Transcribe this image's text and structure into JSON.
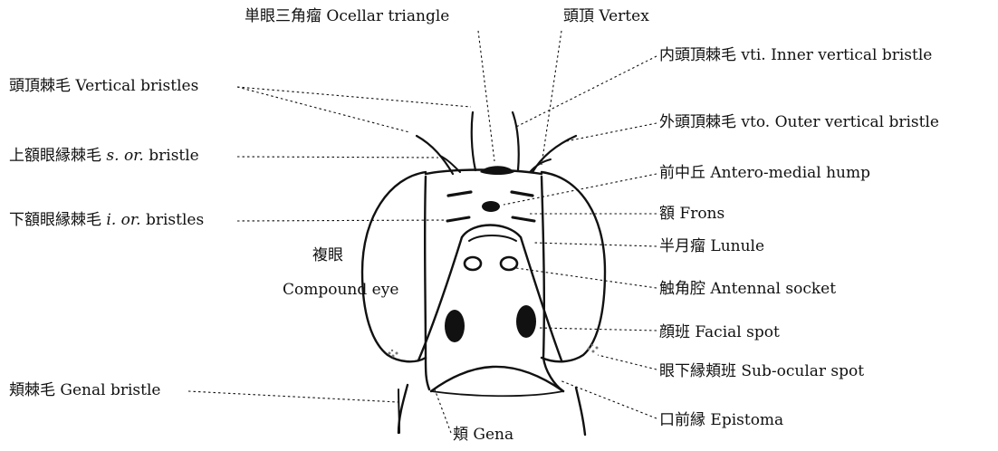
{
  "labels": {
    "ocellar_triangle": "単眼三角瘤 Ocellar triangle",
    "vertex": "頭頂 Vertex",
    "vti": "内頭頂棘毛 vti. Inner vertical bristle",
    "vertical_bristles": "頭頂棘毛 Vertical bristles",
    "vto": "外頭頂棘毛 vto. Outer vertical bristle",
    "sor_prefix": "上額眼縁棘毛 ",
    "sor_italic": "s. or.",
    "sor_suffix": " bristle",
    "antero_medial": "前中丘 Antero-medial hump",
    "ior_prefix": "下額眼縁棘毛 ",
    "ior_italic": "i. or.",
    "ior_suffix": " bristles",
    "frons": "額 Frons",
    "lunule": "半月瘤 Lunule",
    "compound_eye_jp": "複眼",
    "compound_eye_en": "Compound eye",
    "antennal_socket": "触角腔 Antennal socket",
    "facial_spot": "顔班 Facial spot",
    "subocular_spot": "眼下縁頬班 Sub-ocular spot",
    "genal_bristle": "頬棘毛 Genal bristle",
    "gena": "頬 Gena",
    "epistoma": "口前縁 Epistoma"
  },
  "colors": {
    "ink": "#111111",
    "background": "#ffffff"
  }
}
